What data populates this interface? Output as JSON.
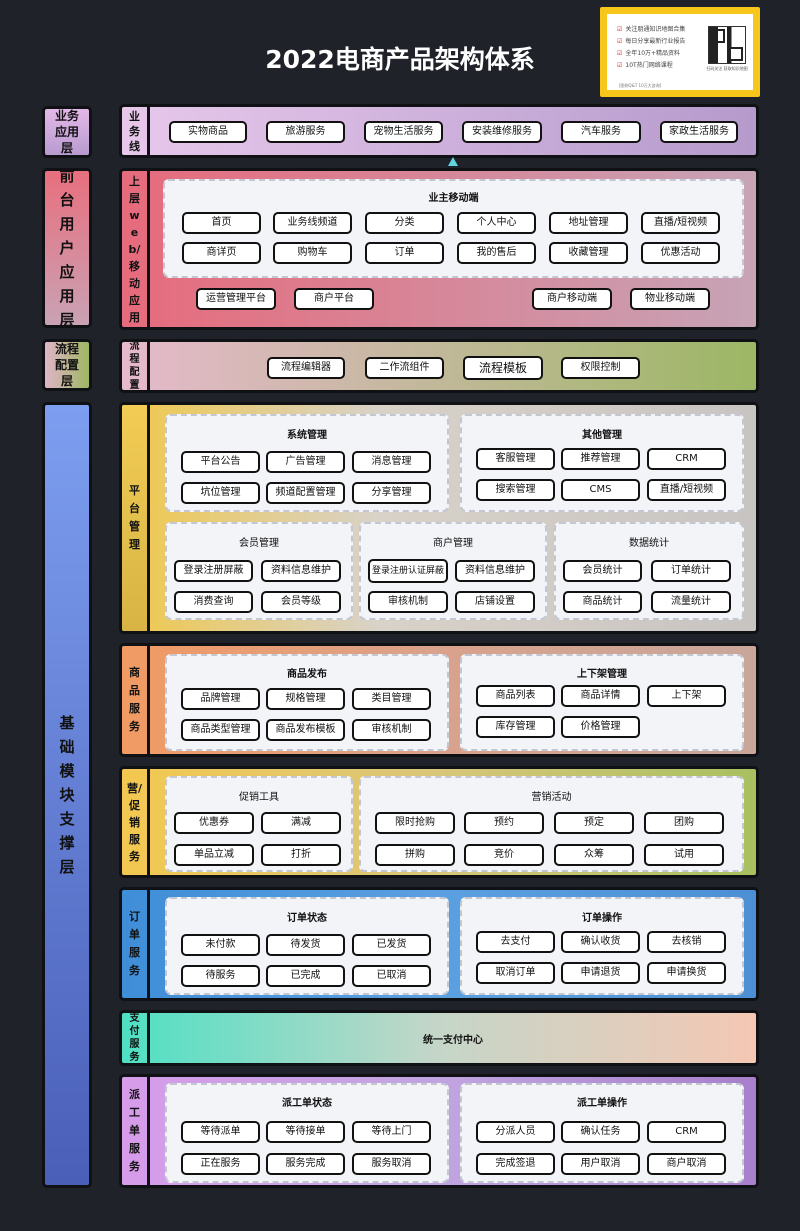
{
  "title": "2022电商产品架构体系",
  "promo": {
    "lines": [
      "关注朋通知识地图合集",
      "每日分享最新行业报告",
      "全年10万+精品资料",
      "10T热门网络课程"
    ],
    "footer": "[图例Q&T 10万大咨询]",
    "qr_caption": "扫码关注 获取知识地图"
  },
  "layers": [
    {
      "label": "业务应用层",
      "bands": [
        {
          "label": "业务线",
          "items": [
            "实物商品",
            "旅游服务",
            "宠物生活服务",
            "安装维修服务",
            "汽车服务",
            "家政生活服务"
          ]
        }
      ]
    },
    {
      "label": "前台用户应用层",
      "bands": [
        {
          "label": "上层web/移动应用",
          "cards": [
            {
              "title": "业主移动端",
              "items": [
                "首页",
                "业务线频道",
                "分类",
                "个人中心",
                "地址管理",
                "直播/短视频",
                "商详页",
                "购物车",
                "订单",
                "我的售后",
                "收藏管理",
                "优惠活动"
              ]
            }
          ],
          "items": [
            "运营管理平台",
            "商户平台",
            "商户移动端",
            "物业移动端"
          ]
        }
      ]
    },
    {
      "label": "流程配置层",
      "bands": [
        {
          "label": "流程配置",
          "items": [
            "流程编辑器",
            "二作流组件",
            "流程模板",
            "权限控制"
          ]
        }
      ]
    },
    {
      "label": "基础模块支撑层",
      "bands": [
        {
          "label": "平台管理",
          "cards": [
            {
              "title": "系统管理",
              "items": [
                "平台公告",
                "广告管理",
                "消息管理",
                "坑位管理",
                "频道配置管理",
                "分享管理"
              ]
            },
            {
              "title": "其他管理",
              "items": [
                "客服管理",
                "推荐管理",
                "CRM",
                "搜索管理",
                "CMS",
                "直播/短视频"
              ]
            },
            {
              "title": "会员管理",
              "items": [
                "登录注册屏蔽",
                "资料信息维护",
                "消费查询",
                "会员等级"
              ]
            },
            {
              "title": "商户管理",
              "items": [
                "登录注册认证屏蔽",
                "资料信息维护",
                "审核机制",
                "店铺设置"
              ]
            },
            {
              "title": "数据统计",
              "items": [
                "会员统计",
                "订单统计",
                "商品统计",
                "流量统计"
              ]
            }
          ]
        },
        {
          "label": "商品服务",
          "cards": [
            {
              "title": "商品发布",
              "items": [
                "品牌管理",
                "规格管理",
                "类目管理",
                "商品类型管理",
                "商品发布模板",
                "审核机制"
              ]
            },
            {
              "title": "上下架管理",
              "items": [
                "商品列表",
                "商品详情",
                "上下架",
                "库存管理",
                "价格管理"
              ]
            }
          ]
        },
        {
          "label": "营/促销服务",
          "cards": [
            {
              "title": "促销工具",
              "items": [
                "优惠券",
                "满减",
                "单品立减",
                "打折"
              ]
            },
            {
              "title": "营销活动",
              "items": [
                "限时抢购",
                "预约",
                "预定",
                "团购",
                "拼购",
                "竞价",
                "众筹",
                "试用"
              ]
            }
          ]
        },
        {
          "label": "订单服务",
          "cards": [
            {
              "title": "订单状态",
              "items": [
                "未付款",
                "待发货",
                "已发货",
                "待服务",
                "已完成",
                "已取消"
              ]
            },
            {
              "title": "订单操作",
              "items": [
                "去支付",
                "确认收货",
                "去核销",
                "取消订单",
                "申请退货",
                "申请换货"
              ]
            }
          ]
        },
        {
          "label": "支付服务",
          "center": "统一支付中心"
        },
        {
          "label": "派工单服务",
          "cards": [
            {
              "title": "派工单状态",
              "items": [
                "等待派单",
                "等待接单",
                "等待上门",
                "正在服务",
                "服务完成",
                "服务取消"
              ]
            },
            {
              "title": "派工单操作",
              "items": [
                "分派人员",
                "确认任务",
                "CRM",
                "完成签退",
                "用户取消",
                "商户取消"
              ]
            }
          ]
        }
      ]
    }
  ],
  "colors": {
    "background": "#1f2229",
    "promo": "#f6c71a",
    "arrow": "#5fd5e0"
  }
}
